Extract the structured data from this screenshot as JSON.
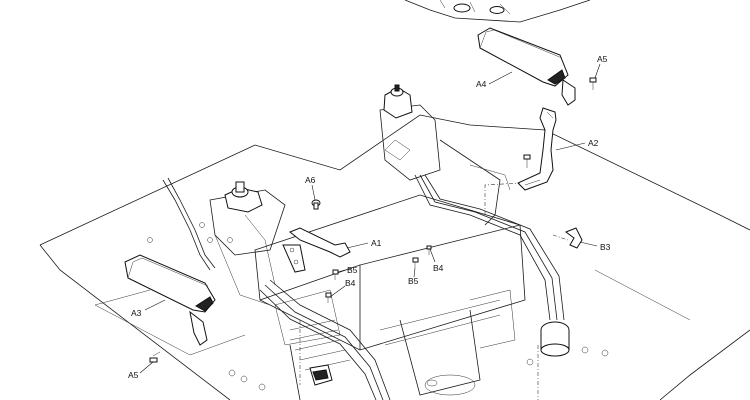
{
  "diagram": {
    "callouts": {
      "a5_top": "A5",
      "a4": "A4",
      "a2": "A2",
      "a6": "A6",
      "a1": "A1",
      "b3": "B3",
      "b5_mid": "B5",
      "b4_mid": "B4",
      "b5_left": "B5",
      "b4_left": "B4",
      "a3": "A3",
      "a5_bottom": "A5"
    }
  }
}
